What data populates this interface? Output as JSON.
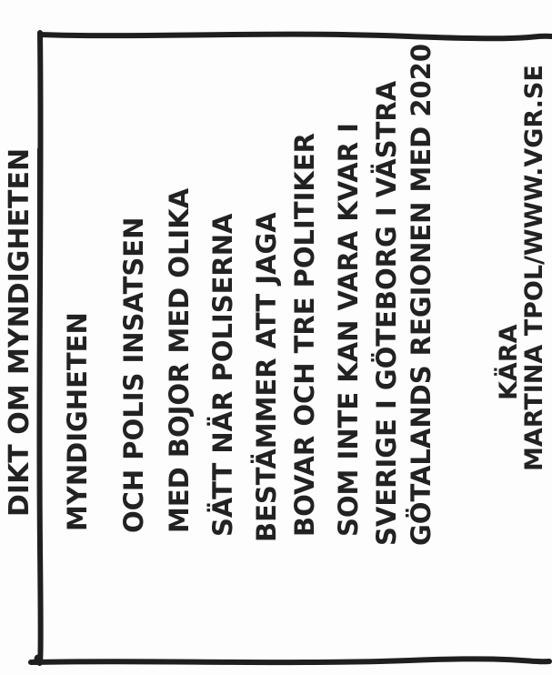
{
  "poem": {
    "title": "DIKT OM MYNDIGHETEN",
    "lines": [
      "MYNDIGHETEN",
      "OCH POLIS INSATSEN",
      "MED BOJOR MED OLIKA",
      "SÄTT NÄR POLISERNA",
      "BESTÄMMER ATT JAGA",
      "BOVAR OCH TRE POLITIKER",
      "SOM INTE KAN VARA KVAR I",
      "SVERIGE I GÖTEBORG I VÄSTRA",
      "GÖTALANDS REGIONEN MED 2020"
    ],
    "signature_label": "KÄRA",
    "signature": "MARTINA TPOL/WWW.VGR.SE"
  }
}
